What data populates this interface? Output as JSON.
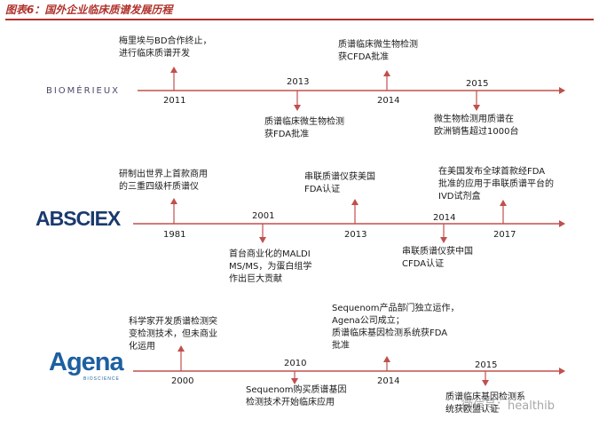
{
  "header": {
    "title": "图表6：国外企业临床质谱发展历程"
  },
  "rows": [
    {
      "company": "BIOMÉRIEUX",
      "events": [
        {
          "year": "2011",
          "text": "梅里埃与BD合作终止，\n进行临床质谱开发"
        },
        {
          "year": "2013",
          "text": "质谱临床微生物检测\n获FDA批准"
        },
        {
          "year": "2014",
          "text": "质谱临床微生物检测\n获CFDA批准"
        },
        {
          "year": "2015",
          "text": "微生物检测用质谱在\n欧洲销售超过1000台"
        }
      ]
    },
    {
      "company_a": "AB",
      "company_b": "SCIEX",
      "events": [
        {
          "year": "1981",
          "text": "研制出世界上首款商用\n的三重四级杆质谱仪"
        },
        {
          "year": "2001",
          "text": "首台商业化的MALDI\nMS/MS，为蛋白组学\n作出巨大贡献"
        },
        {
          "year": "2013",
          "text": "串联质谱仪获美国\nFDA认证"
        },
        {
          "year": "2014",
          "text": "串联质谱仪获中国\nCFDA认证"
        },
        {
          "year": "2017",
          "text": "在美国发布全球首款经FDA\n批准的应用于串联质谱平台的\nIVD试剂盒"
        }
      ]
    },
    {
      "company": "Agena",
      "company_sub": "BIOSCIENCE",
      "events": [
        {
          "year": "2000",
          "text": "科学家开发质谱检测突\n变检测技术，但未商业\n化运用"
        },
        {
          "year": "2010",
          "text": "Sequenom购买质谱基因\n检测技术开始临床应用"
        },
        {
          "year": "2014",
          "text": "Sequenom产品部门独立运作，\nAgena公司成立；\n质谱临床基因检测系统获FDA\n批准"
        },
        {
          "year": "2015",
          "text": "质谱临床基因检测系\n统获欧盟认证"
        }
      ]
    }
  ],
  "watermark": "微信号：healthib",
  "colors": {
    "accent": "#b0322b",
    "timeline": "#c0504d"
  }
}
